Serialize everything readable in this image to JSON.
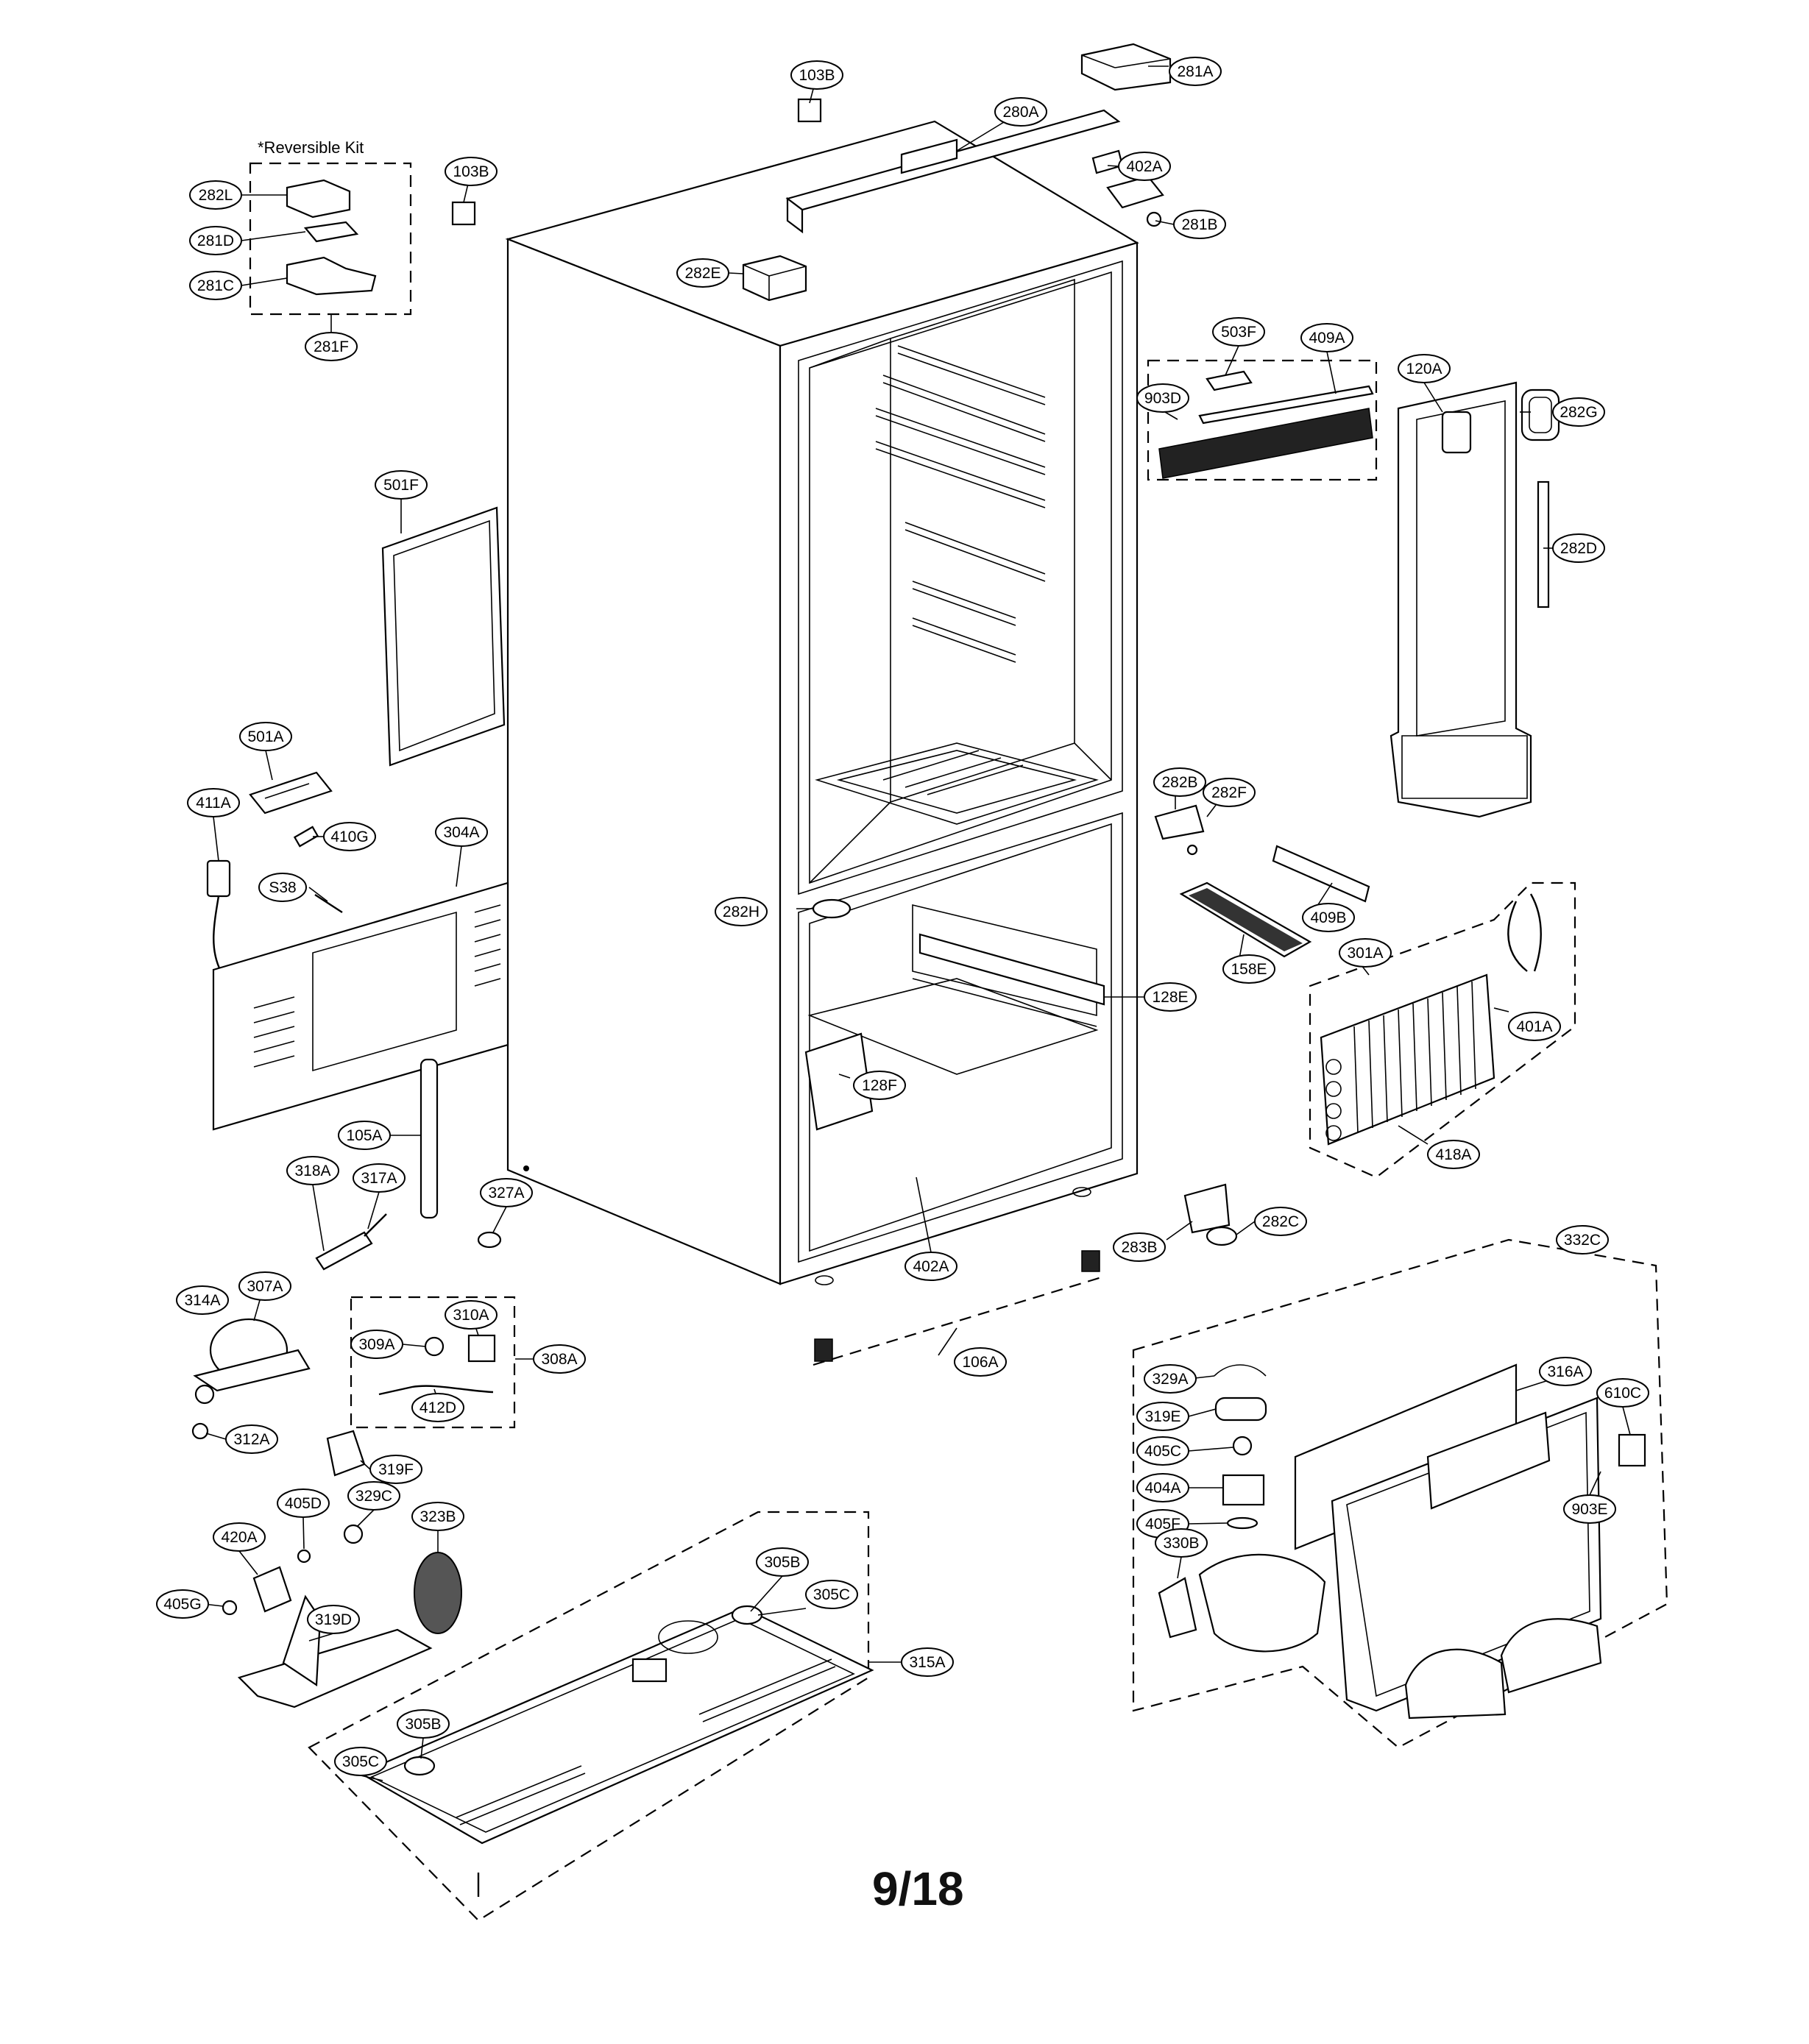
{
  "kit_title": "*Reversible Kit",
  "page_number": "9/18",
  "callouts": [
    {
      "id": "103b-top",
      "label": "103B"
    },
    {
      "id": "281a",
      "label": "281A"
    },
    {
      "id": "280a",
      "label": "280A"
    },
    {
      "id": "402a-top",
      "label": "402A"
    },
    {
      "id": "281b",
      "label": "281B"
    },
    {
      "id": "103b-left",
      "label": "103B"
    },
    {
      "id": "282l",
      "label": "282L"
    },
    {
      "id": "281d",
      "label": "281D"
    },
    {
      "id": "281c",
      "label": "281C"
    },
    {
      "id": "281f",
      "label": "281F"
    },
    {
      "id": "282e",
      "label": "282E"
    },
    {
      "id": "503f",
      "label": "503F"
    },
    {
      "id": "409a",
      "label": "409A"
    },
    {
      "id": "903d",
      "label": "903D"
    },
    {
      "id": "120a",
      "label": "120A"
    },
    {
      "id": "282g",
      "label": "282G"
    },
    {
      "id": "282d",
      "label": "282D"
    },
    {
      "id": "501f",
      "label": "501F"
    },
    {
      "id": "501a",
      "label": "501A"
    },
    {
      "id": "411a",
      "label": "411A"
    },
    {
      "id": "304a",
      "label": "304A"
    },
    {
      "id": "410g",
      "label": "410G"
    },
    {
      "id": "s38",
      "label": "S38"
    },
    {
      "id": "282b",
      "label": "282B"
    },
    {
      "id": "282f",
      "label": "282F"
    },
    {
      "id": "409b",
      "label": "409B"
    },
    {
      "id": "282h",
      "label": "282H"
    },
    {
      "id": "158e",
      "label": "158E"
    },
    {
      "id": "301a",
      "label": "301A"
    },
    {
      "id": "401a",
      "label": "401A"
    },
    {
      "id": "128e",
      "label": "128E"
    },
    {
      "id": "128f",
      "label": "128F"
    },
    {
      "id": "418a",
      "label": "418A"
    },
    {
      "id": "105a",
      "label": "105A"
    },
    {
      "id": "318a",
      "label": "318A"
    },
    {
      "id": "317a",
      "label": "317A"
    },
    {
      "id": "327a",
      "label": "327A"
    },
    {
      "id": "283b",
      "label": "283B"
    },
    {
      "id": "282c",
      "label": "282C"
    },
    {
      "id": "332c",
      "label": "332C"
    },
    {
      "id": "402a-bottom",
      "label": "402A"
    },
    {
      "id": "314a",
      "label": "314A"
    },
    {
      "id": "307a",
      "label": "307A"
    },
    {
      "id": "310a",
      "label": "310A"
    },
    {
      "id": "309a",
      "label": "309A"
    },
    {
      "id": "308a",
      "label": "308A"
    },
    {
      "id": "412d",
      "label": "412D"
    },
    {
      "id": "106a",
      "label": "106A"
    },
    {
      "id": "329a",
      "label": "329A"
    },
    {
      "id": "316a",
      "label": "316A"
    },
    {
      "id": "610c",
      "label": "610C"
    },
    {
      "id": "319e",
      "label": "319E"
    },
    {
      "id": "312a",
      "label": "312A"
    },
    {
      "id": "319f",
      "label": "319F"
    },
    {
      "id": "405c",
      "label": "405C"
    },
    {
      "id": "404a",
      "label": "404A"
    },
    {
      "id": "903e",
      "label": "903E"
    },
    {
      "id": "405f",
      "label": "405F"
    },
    {
      "id": "405d",
      "label": "405D"
    },
    {
      "id": "329c",
      "label": "329C"
    },
    {
      "id": "323b",
      "label": "323B"
    },
    {
      "id": "420a",
      "label": "420A"
    },
    {
      "id": "330b",
      "label": "330B"
    },
    {
      "id": "305b-top",
      "label": "305B"
    },
    {
      "id": "305c-top",
      "label": "305C"
    },
    {
      "id": "405g",
      "label": "405G"
    },
    {
      "id": "319d",
      "label": "319D"
    },
    {
      "id": "315a",
      "label": "315A"
    },
    {
      "id": "305b-bottom",
      "label": "305B"
    },
    {
      "id": "305c-bottom",
      "label": "305C"
    }
  ]
}
